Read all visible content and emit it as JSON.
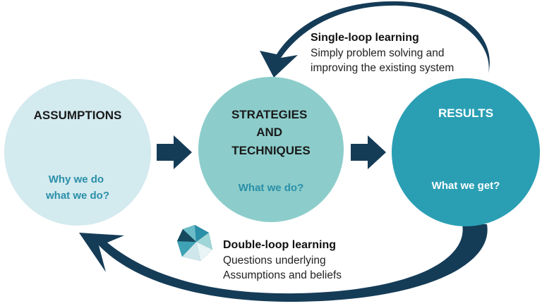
{
  "circles": [
    {
      "id": "assumptions",
      "title_lines": [
        "ASSUMPTIONS"
      ],
      "subtitle_lines": [
        "Why we do",
        "what we do?"
      ]
    },
    {
      "id": "strategies",
      "title_lines": [
        "STRATEGIES",
        "AND",
        "TECHNIQUES"
      ],
      "subtitle_lines": [
        "What we do?"
      ]
    },
    {
      "id": "results",
      "title_lines": [
        "RESULTS"
      ],
      "subtitle_lines": [
        "What we get?"
      ]
    }
  ],
  "single_loop": {
    "heading": "Single-loop learning",
    "body_lines": [
      "Simply problem solving and",
      "improving the existing system"
    ]
  },
  "double_loop": {
    "heading": "Double-loop learning",
    "body_lines": [
      "Questions underlying",
      "Assumptions and beliefs"
    ]
  },
  "icons": {
    "double_loop": "polyhedron-logo-icon"
  },
  "colors": {
    "arrow": "#153c57",
    "assumptions_fill": "#d3eaef",
    "strategies_fill": "#8ccdcb",
    "results_fill": "#2a9fb4",
    "dark_text": "#1a1a1a",
    "teal_text": "#2a8fa8",
    "light_text": "#ffffff"
  }
}
